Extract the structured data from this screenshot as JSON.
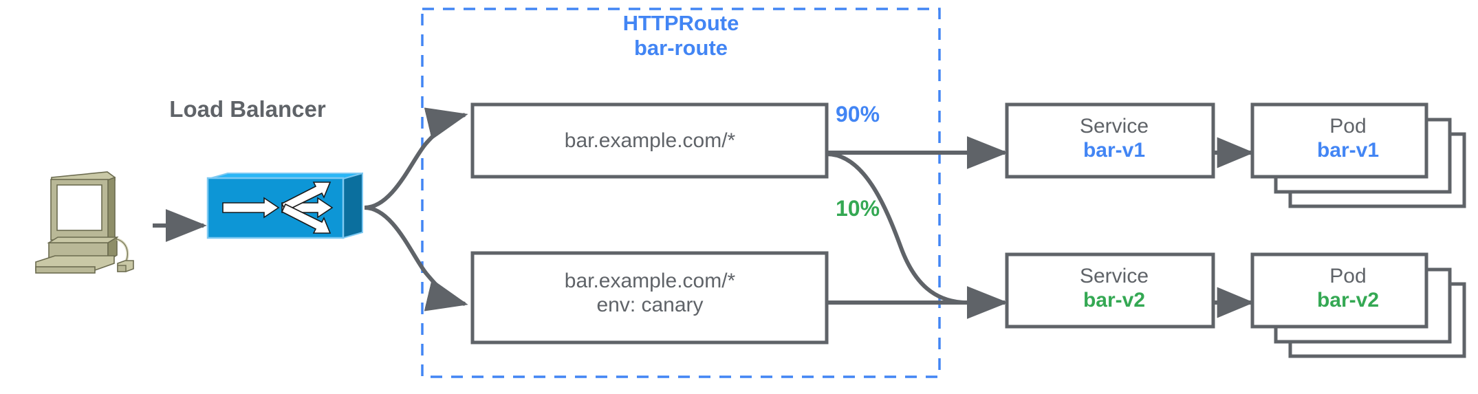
{
  "diagram": {
    "title_group": {
      "kind": "HTTPRoute",
      "name": "bar-route",
      "color": "#4285f4"
    },
    "load_balancer": {
      "label": "Load Balancer",
      "icon": "network-switch-icon",
      "color": "#0d96d6"
    },
    "client": {
      "icon": "desktop-computer-icon"
    },
    "routes": [
      {
        "id": "route-1",
        "line1": "bar.example.com/*",
        "line2": ""
      },
      {
        "id": "route-2",
        "line1": "bar.example.com/*",
        "line2": "env: canary"
      }
    ],
    "weights": [
      {
        "id": "weight-90",
        "label": "90%",
        "color": "#4285f4"
      },
      {
        "id": "weight-10",
        "label": "10%",
        "color": "#34a853"
      }
    ],
    "services": [
      {
        "id": "service-1",
        "kind": "Service",
        "name": "bar-v1",
        "color": "#4285f4"
      },
      {
        "id": "service-2",
        "kind": "Service",
        "name": "bar-v2",
        "color": "#34a853"
      }
    ],
    "pods": [
      {
        "id": "pod-1",
        "kind": "Pod",
        "name": "bar-v1",
        "color": "#4285f4",
        "stack_count": 3
      },
      {
        "id": "pod-2",
        "kind": "Pod",
        "name": "bar-v2",
        "color": "#34a853",
        "stack_count": 3
      }
    ],
    "colors": {
      "stroke_gray": "#5f6368",
      "blue": "#4285f4",
      "green": "#34a853",
      "switch_blue": "#0d96d6",
      "computer_beige": "#b5b48a"
    }
  }
}
